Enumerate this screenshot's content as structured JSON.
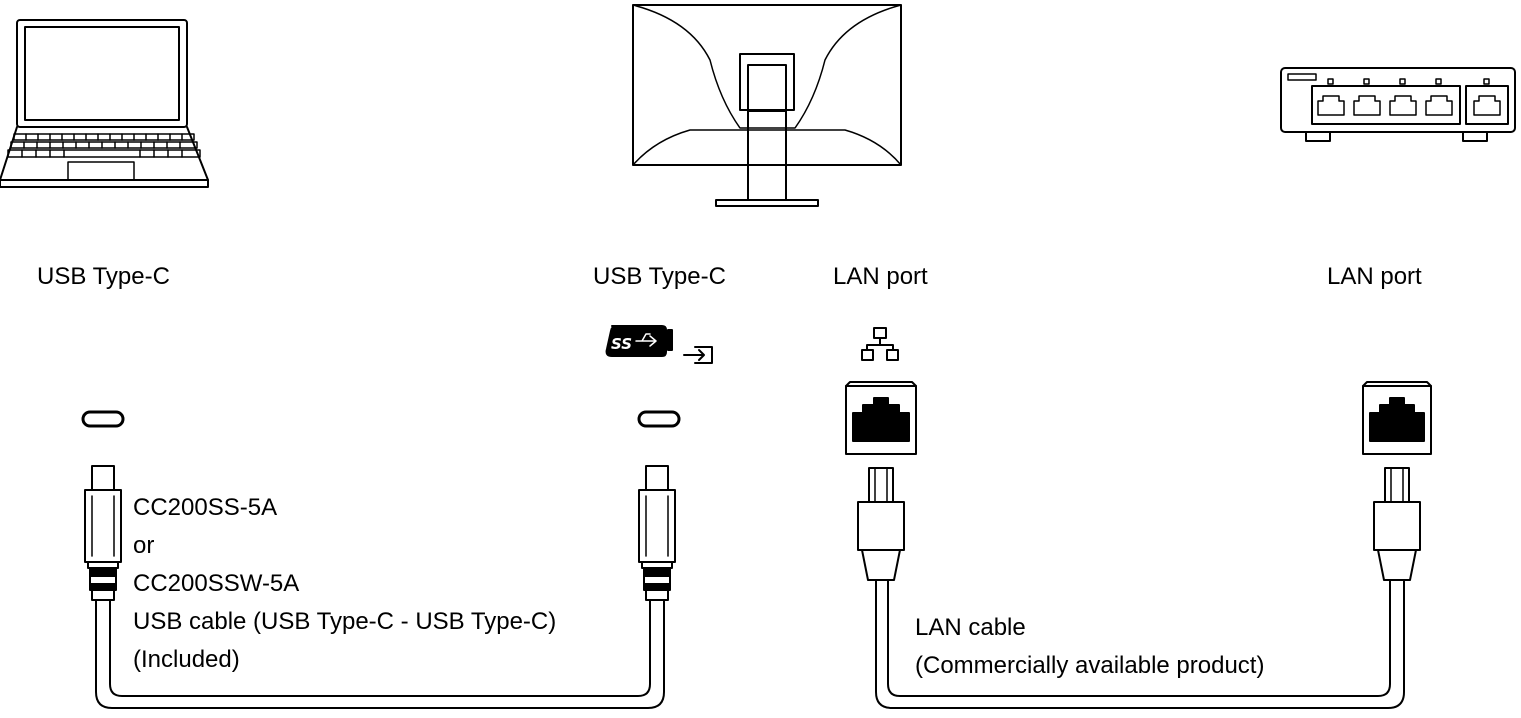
{
  "devices": {
    "left": {
      "port_label": "USB Type-C"
    },
    "monitor": {
      "usb_port_label": "USB Type-C",
      "lan_port_label": "LAN port"
    },
    "right": {
      "port_label": "LAN port"
    }
  },
  "usb_cable": {
    "lines": [
      "CC200SS-5A",
      "or",
      "CC200SSW-5A",
      "USB cable (USB Type-C - USB Type-C)",
      "(Included)"
    ]
  },
  "lan_cable": {
    "lines": [
      "LAN cable",
      "(Commercially available product)"
    ]
  },
  "icons": {
    "superspeed_badge": "SS",
    "superspeed_icon": "superspeed-usb-icon",
    "input_icon": "input-arrow-icon",
    "network_icon": "network-icon"
  }
}
